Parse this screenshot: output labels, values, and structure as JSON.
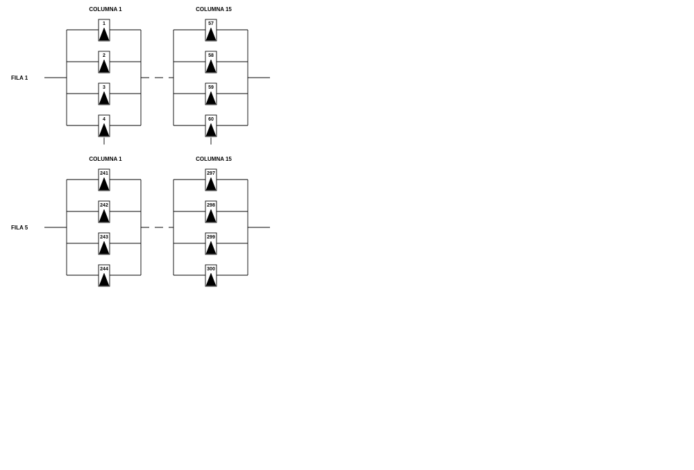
{
  "rows": [
    {
      "label": "FILA 1",
      "blocks": [
        {
          "title": "COLUMNA 1",
          "cells": [
            "1",
            "2",
            "3",
            "4"
          ]
        },
        {
          "title": "COLUMNA 15",
          "cells": [
            "57",
            "58",
            "59",
            "60"
          ]
        }
      ]
    },
    {
      "label": "FILA 5",
      "blocks": [
        {
          "title": "COLUMNA 1",
          "cells": [
            "241",
            "242",
            "243",
            "244"
          ]
        },
        {
          "title": "COLUMNA 15",
          "cells": [
            "297",
            "298",
            "299",
            "300"
          ]
        }
      ]
    }
  ]
}
